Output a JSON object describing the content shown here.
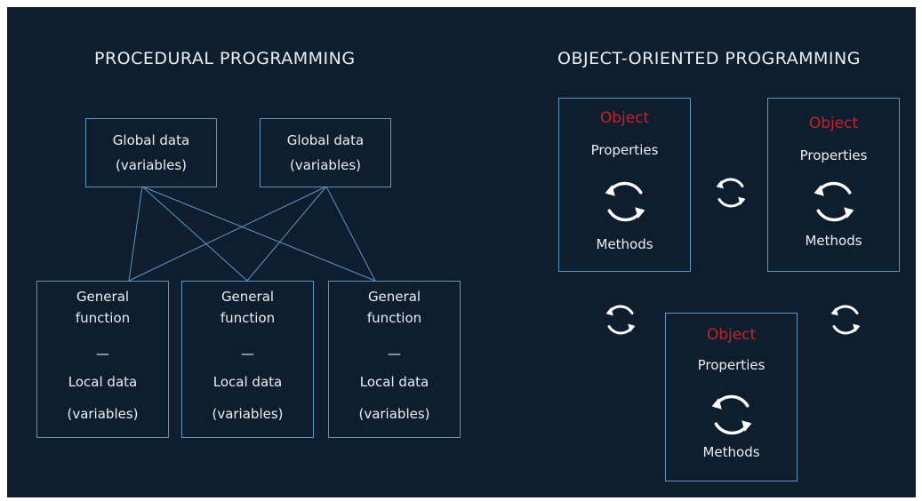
{
  "titles": {
    "procedural": "PROCEDURAL PROGRAMMING",
    "oop": "OBJECT-ORIENTED PROGRAMMING"
  },
  "globals": [
    {
      "line1": "Global data",
      "line2": "(variables)"
    },
    {
      "line1": "Global data",
      "line2": "(variables)"
    }
  ],
  "functions": [
    {
      "line1": "General",
      "line2": "function",
      "separator": "—",
      "line3": "Local data",
      "line4": "(variables)"
    },
    {
      "line1": "General",
      "line2": "function",
      "separator": "—",
      "line3": "Local data",
      "line4": "(variables)"
    },
    {
      "line1": "General",
      "line2": "function",
      "separator": "—",
      "line3": "Local data",
      "line4": "(variables)"
    }
  ],
  "objects": [
    {
      "label": "Object",
      "properties": "Properties",
      "methods": "Methods"
    },
    {
      "label": "Object",
      "properties": "Properties",
      "methods": "Methods"
    },
    {
      "label": "Object",
      "properties": "Properties",
      "methods": "Methods"
    }
  ],
  "colors": {
    "background": "#0f1e2f",
    "box_border": "#5d95c2",
    "connector": "#5d95c2",
    "text": "#e9eef3",
    "object_label": "#c82128"
  },
  "icons": {
    "cycle": "refresh-cycle-icon"
  }
}
